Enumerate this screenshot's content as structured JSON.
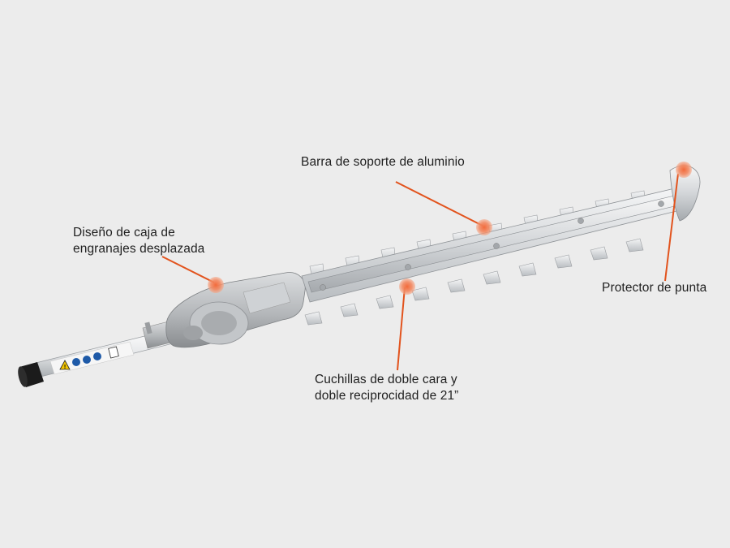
{
  "callouts": {
    "gearbox": {
      "line1": "Diseño de caja de",
      "line2": "engranajes desplazada"
    },
    "support_bar": {
      "text": "Barra de soporte de aluminio"
    },
    "tip_guard": {
      "text": "Protector de punta"
    },
    "blades": {
      "line1": "Cuchillas de doble cara y",
      "line2": "doble reciprocidad de 21”"
    }
  },
  "colors": {
    "background": "#ececec",
    "marker": "#f08a63",
    "leader_line": "#e2531d",
    "blade_metal": "#d6d9dc",
    "housing": "#b9bcbf"
  },
  "icons": [
    "warning-icon",
    "eye-protection-icon",
    "ear-protection-icon",
    "hand-protection-icon",
    "read-manual-icon"
  ]
}
